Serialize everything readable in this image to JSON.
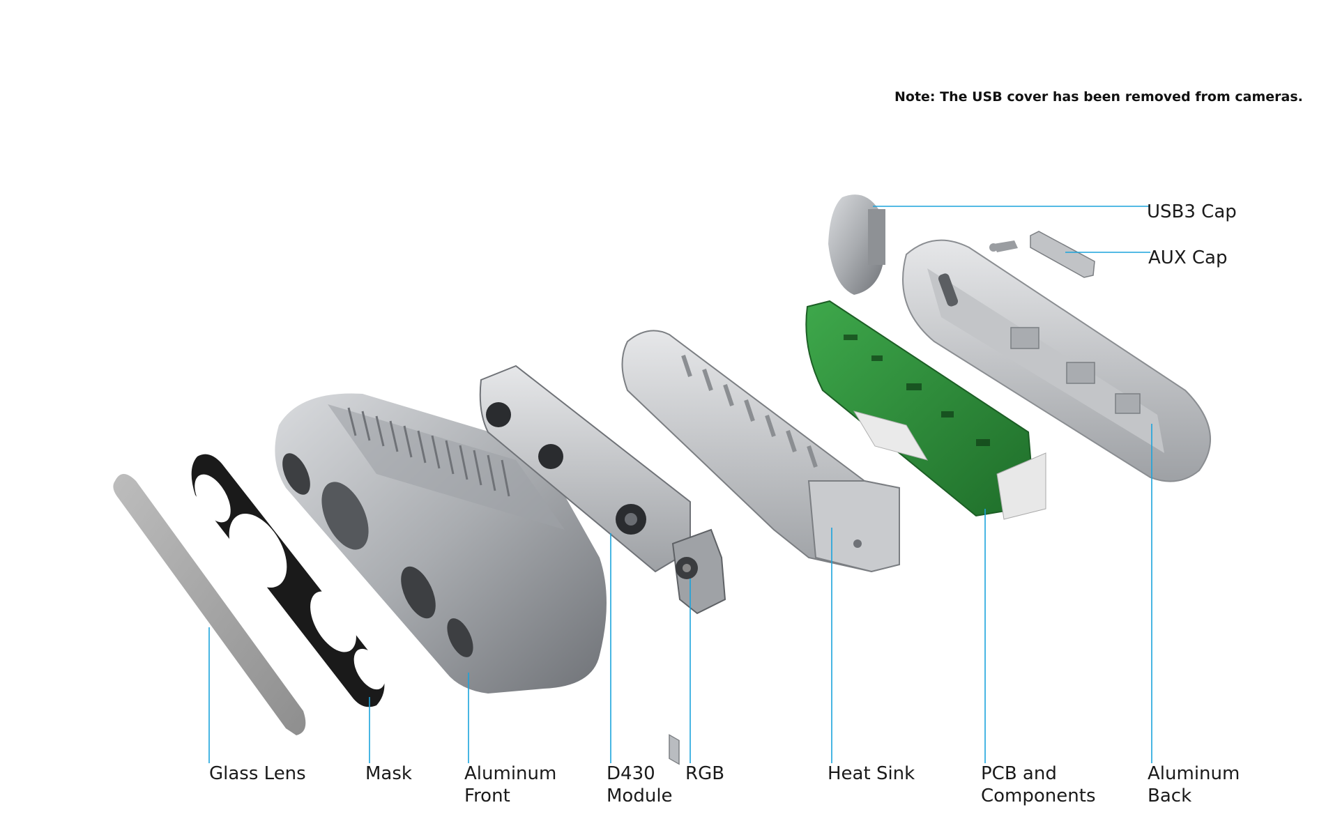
{
  "note": "Note: The USB cover has been removed from cameras.",
  "labels": {
    "glass_lens": [
      "Glass Lens"
    ],
    "mask": [
      "Mask"
    ],
    "aluminum_front": [
      "Aluminum",
      "Front"
    ],
    "d430_module": [
      "D430",
      "Module"
    ],
    "rgb": [
      "RGB"
    ],
    "heat_sink": [
      "Heat Sink"
    ],
    "pcb": [
      "PCB and",
      "Components"
    ],
    "aluminum_back": [
      "Aluminum",
      "Back"
    ],
    "usb3_cap": [
      "USB3 Cap"
    ],
    "aux_cap": [
      "AUX Cap"
    ]
  },
  "colors": {
    "leader": "#1aa3dc",
    "aluminum": "#a9acb0",
    "pcb": "#2f8f3c",
    "mask": "#1a1a1a",
    "glass": "#a6a6a6"
  }
}
